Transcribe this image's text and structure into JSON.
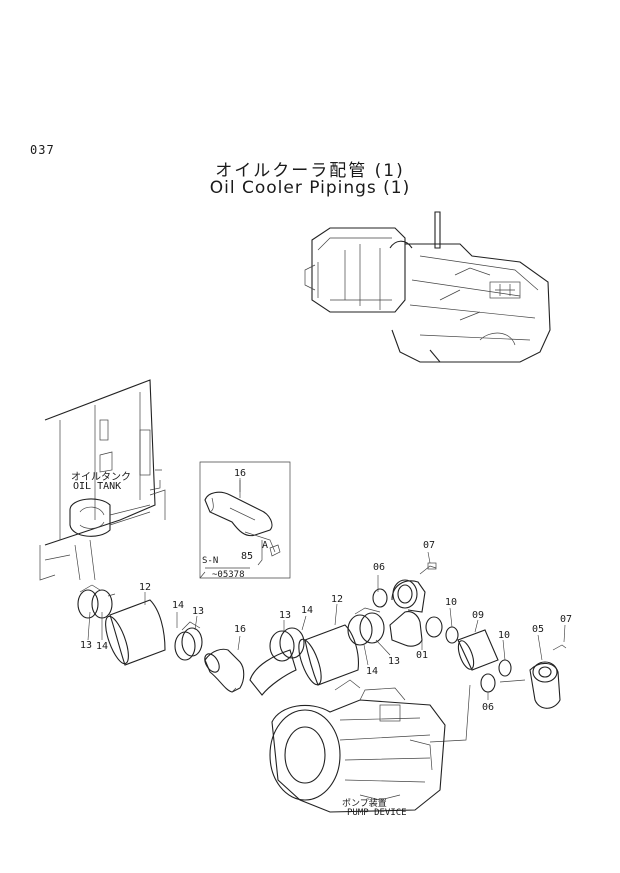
{
  "page_code": "037",
  "title_ja": "オイルクーラ配管 (1)",
  "title_en": "Oil Cooler Pipings (1)",
  "labels": {
    "oil_tank_ja": "オイルタンク",
    "oil_tank_en": "OIL TANK",
    "pump_ja": "ポンプ装置",
    "pump_en": "PUMP DEVICE",
    "sn": "S-N",
    "sn_range": "~05378",
    "view_a": "A"
  },
  "part_numbers": {
    "inset_16": "16",
    "inset_85": "85",
    "p06_top": "06",
    "p07_top": "07",
    "p12_left": "12",
    "p14_left": "14",
    "p13_left": "13",
    "p16_mid": "16",
    "p13_mid": "13",
    "p14_mid": "14",
    "p12_right": "12",
    "p10_top": "10",
    "p09": "09",
    "p10_right": "10",
    "p05": "05",
    "p07_right": "07",
    "p13_bl": "13",
    "p14_bl": "14",
    "p14_mid_low": "14",
    "p13_mid_low": "13",
    "p01": "01",
    "p06_low": "06"
  }
}
